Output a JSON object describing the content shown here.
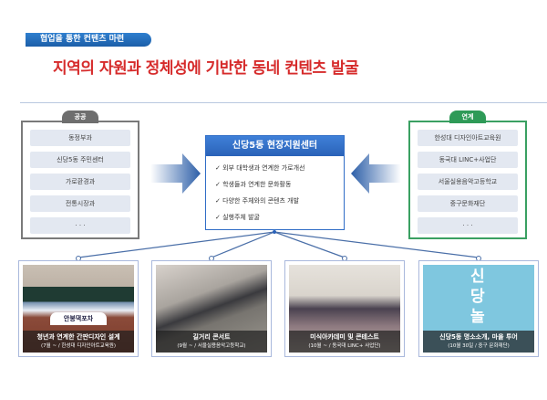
{
  "header": {
    "label": "협업을 통한 컨텐츠 마련",
    "title": "지역의 자원과 정체성에 기반한 동네 컨텐츠 발굴"
  },
  "public": {
    "tag": "공공",
    "items": [
      "동정부과",
      "신당5동 주민센터",
      "가로환경과",
      "전통시장과",
      "· · ·"
    ]
  },
  "center": {
    "title": "신당5동 현장지원센터",
    "items": [
      "✓ 외부 대학생과 연계한 가로개선",
      "✓ 학생들과 연계한 문화활동",
      "✓ 다양한 주체와의 콘텐츠 개발",
      "✓ 실행주체 발굴"
    ]
  },
  "partners": {
    "tag": "연계",
    "items": [
      "한성대 디자인아트교육원",
      "동국대 LINC+사업단",
      "서울실용음악고등학교",
      "중구문화재단",
      "· · ·"
    ]
  },
  "photos": [
    {
      "title": "청년과 연계한 간판디자인 설계",
      "sub": "(7월 ~ / 한성대 디자인아트교육원)",
      "sign": "안봉댁포차"
    },
    {
      "title": "길거리 콘서트",
      "sub": "(9월 ~ / 서울실용음악고등학교)"
    },
    {
      "title": "미식아카데미 및 콘테스트",
      "sub": "(10월 ~ / 동국대 LINC+ 사업단)"
    },
    {
      "title": "신당5동 명소소개, 마을 투어",
      "sub": "(10월 30일 / 중구 문화재단)",
      "poster": "신당놀"
    }
  ],
  "colors": {
    "accent": "#2a62b8",
    "title": "#d62b2b",
    "public": "#6e6e6e",
    "partner": "#2e9a57"
  }
}
